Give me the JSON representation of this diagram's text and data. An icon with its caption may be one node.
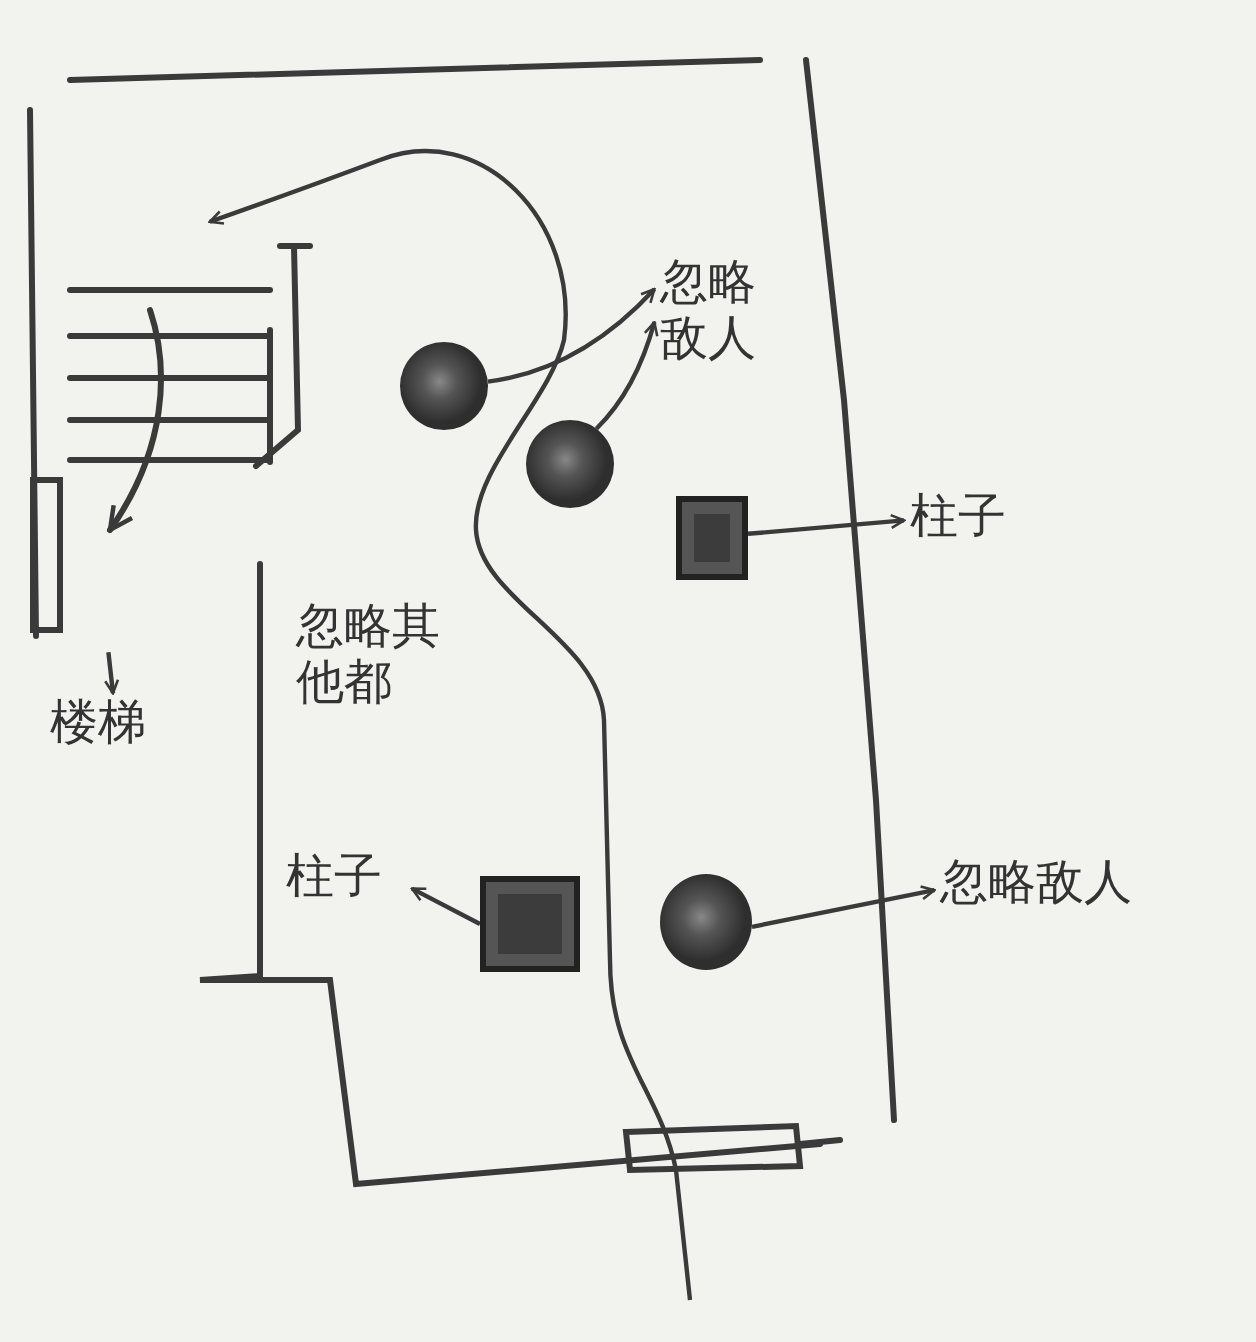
{
  "diagram": {
    "nodes": [
      {
        "text": [],
        "shape": "circle"
      },
      {
        "text": [],
        "shape": "circle"
      },
      {
        "text": [
          "忽略敌人"
        ]
      },
      {
        "text": [],
        "shape": "box"
      },
      {
        "text": [
          "柱子"
        ]
      },
      {
        "text": [],
        "shape": "picture"
      },
      {
        "text": [
          "楼梯"
        ]
      },
      {
        "text": [],
        "shape": "box"
      },
      {
        "text": [
          "柱子"
        ]
      },
      {
        "text": [],
        "shape": "circle"
      },
      {
        "text": [
          "忽略敌人"
        ]
      }
    ],
    "edges": [
      {
        "from": 0,
        "to": 2,
        "arrow": "to"
      },
      {
        "from": 1,
        "to": 2,
        "arrow": "to"
      },
      {
        "from": 3,
        "to": 4,
        "arrow": "to"
      },
      {
        "from": 5,
        "to": 6,
        "arrow": "to"
      },
      {
        "from": 7,
        "to": 8,
        "arrow": "to"
      },
      {
        "from": 9,
        "to": 10,
        "arrow": "to"
      },
      {
        "from": null,
        "to": 5,
        "arrow": "to"
      }
    ],
    "labels": [
      "忽略其他都"
    ]
  }
}
